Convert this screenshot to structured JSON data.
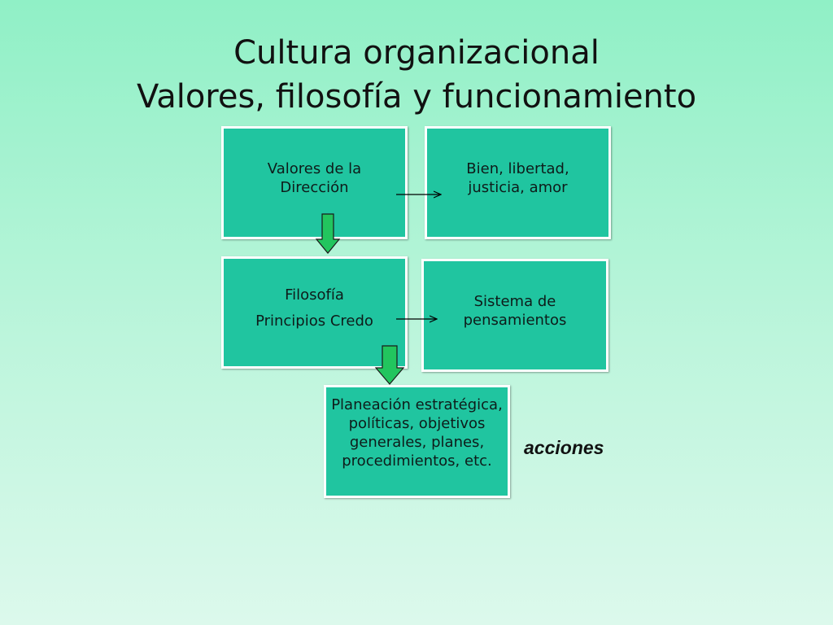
{
  "slide": {
    "title_line1": "Cultura organizacional",
    "title_line2": "Valores, filosofía y funcionamiento",
    "boxes": {
      "valores": "Valores de la Dirección",
      "bien": "Bien, libertad, justicia, amor",
      "filosofia_line1": "Filosofía",
      "filosofia_line2": "Principios Credo",
      "sistema": "Sistema de pensamientos",
      "planeacion": "Planeación estratégica, políticas, objetivos generales, planes, procedimientos, etc."
    },
    "side_label": "acciones"
  },
  "colors": {
    "box_fill": "#20c5a0",
    "block_arrow_fill": "#22c55e",
    "background": "#90f0c6"
  }
}
